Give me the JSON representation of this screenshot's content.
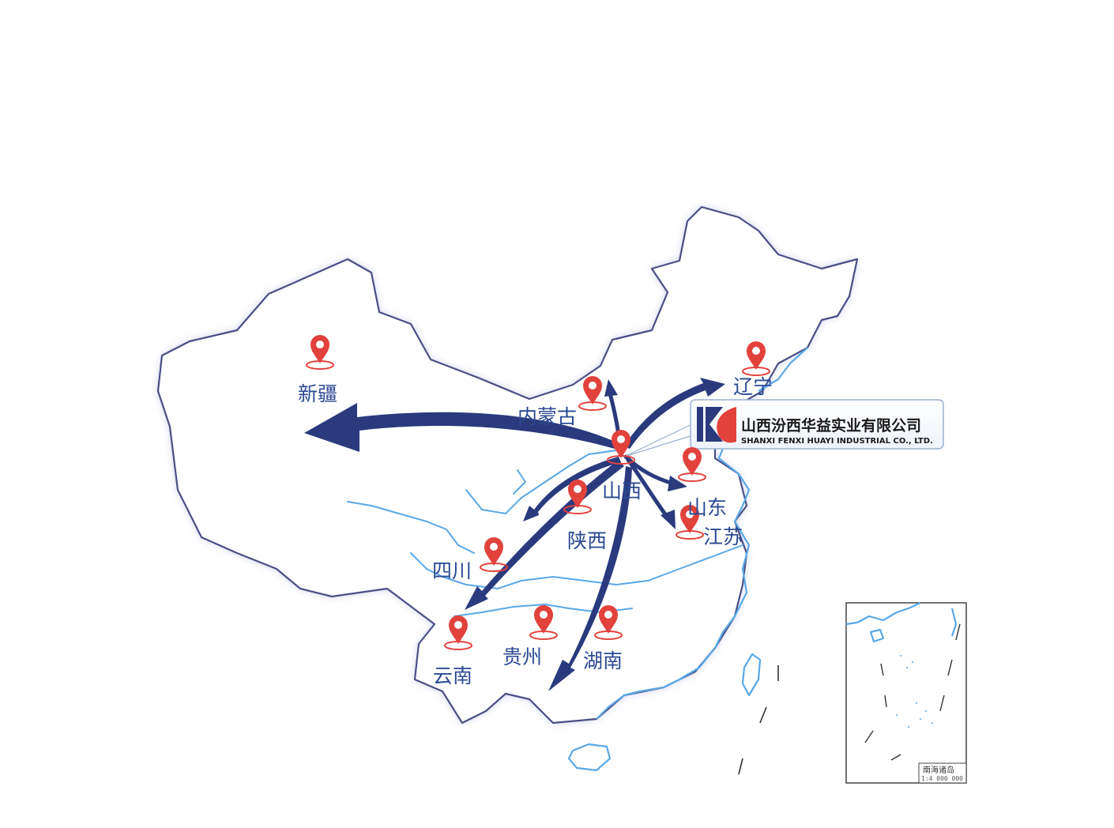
{
  "company": {
    "name_cn": "山西汾西华益实业有限公司",
    "name_en": "SHANXI FENXI HUAYI INDUSTRIAL CO., LTD.",
    "accent_color": "#e2423c",
    "brand_color": "#2a3a7d",
    "logo_icon": "huayi-logo-icon"
  },
  "origin": "山西",
  "regions": [
    {
      "key": "xinjiang",
      "name": "新疆"
    },
    {
      "key": "neimenggu",
      "name": "内蒙古"
    },
    {
      "key": "liaoning",
      "name": "辽宁"
    },
    {
      "key": "shanxi",
      "name": "山西"
    },
    {
      "key": "shandong",
      "name": "山东"
    },
    {
      "key": "jiangsu",
      "name": "江苏"
    },
    {
      "key": "shaanxi",
      "name": "陕西"
    },
    {
      "key": "sichuan",
      "name": "四川"
    },
    {
      "key": "yunnan",
      "name": "云南"
    },
    {
      "key": "guizhou",
      "name": "贵州"
    },
    {
      "key": "hunan",
      "name": "湖南"
    }
  ],
  "inset": {
    "title": "南海诸岛",
    "scale": "1:4 000 000"
  },
  "colors": {
    "border_glow": "#b8bde6",
    "border_line": "#4a4f86",
    "coast": "#5aa8e6",
    "pin": "#e2423c",
    "label": "#2b4a93",
    "arrow": "#2a3a7d"
  }
}
